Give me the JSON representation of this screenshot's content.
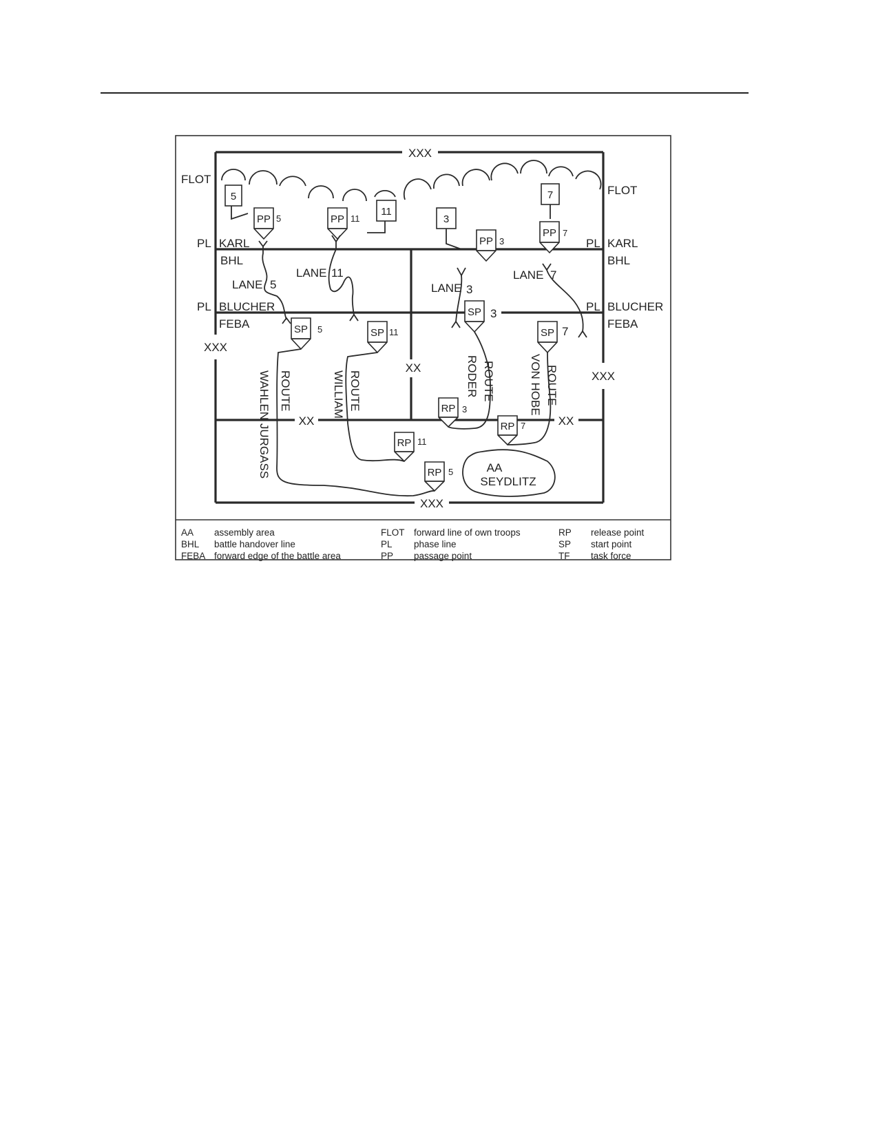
{
  "boundaries": {
    "corps": "XXX",
    "division": "XX"
  },
  "lines": {
    "flot": "FLOT",
    "pl": "PL",
    "karl": "KARL",
    "blucher": "BLUCHER",
    "bhl": "BHL",
    "feba": "FEBA"
  },
  "unit_boxes": [
    "5",
    "11",
    "3",
    "7"
  ],
  "passage_points": [
    {
      "label": "PP",
      "num": "5"
    },
    {
      "label": "PP",
      "num": "11"
    },
    {
      "label": "PP",
      "num": "3"
    },
    {
      "label": "PP",
      "num": "7"
    }
  ],
  "lanes": [
    {
      "label": "LANE",
      "num": "5"
    },
    {
      "label": "LANE",
      "num": "11"
    },
    {
      "label": "LANE",
      "num": "3"
    },
    {
      "label": "LANE",
      "num": "7"
    }
  ],
  "start_points": [
    {
      "label": "SP",
      "num": "5"
    },
    {
      "label": "SP",
      "num": "11"
    },
    {
      "label": "SP",
      "num": "3"
    },
    {
      "label": "SP",
      "num": "7"
    }
  ],
  "release_points": [
    {
      "label": "RP",
      "num": "3"
    },
    {
      "label": "RP",
      "num": "7"
    },
    {
      "label": "RP",
      "num": "11"
    },
    {
      "label": "RP",
      "num": "5"
    }
  ],
  "routes": [
    {
      "word": "ROUTE",
      "name": "WAHLEN JURGASS"
    },
    {
      "word": "ROUTE",
      "name": "WILLIAM"
    },
    {
      "word": "ROUTE",
      "name": "RODER"
    },
    {
      "word": "ROUTE",
      "name": "VON HOBE"
    }
  ],
  "assembly_area": {
    "line1": "AA",
    "line2": "SEYDLITZ"
  },
  "legend": [
    {
      "abbr": "AA",
      "desc": "assembly area"
    },
    {
      "abbr": "BHL",
      "desc": "battle handover line"
    },
    {
      "abbr": "FEBA",
      "desc": "forward edge of the battle area"
    },
    {
      "abbr": "FLOT",
      "desc": "forward line of own troops"
    },
    {
      "abbr": "PL",
      "desc": "phase line"
    },
    {
      "abbr": "PP",
      "desc": "passage point"
    },
    {
      "abbr": "RP",
      "desc": "release point"
    },
    {
      "abbr": "SP",
      "desc": "start point"
    },
    {
      "abbr": "TF",
      "desc": "task force"
    }
  ]
}
